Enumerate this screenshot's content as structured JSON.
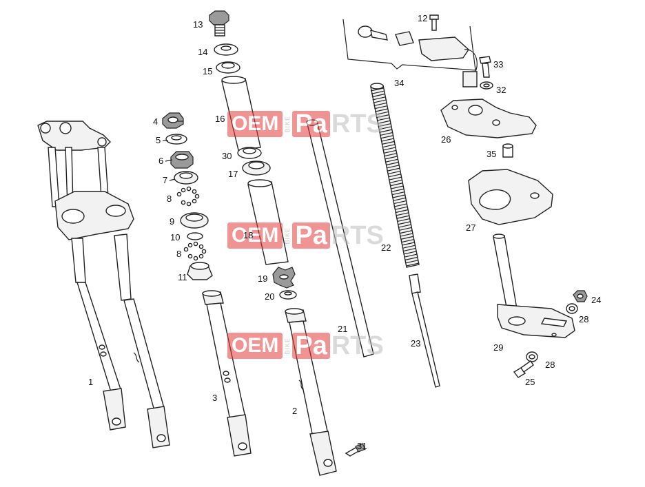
{
  "watermark": {
    "oem": "OEM",
    "bike": "BIKE",
    "pa": "Pa",
    "rts": "RTS"
  },
  "callouts": [
    "1",
    "2",
    "3",
    "4",
    "5",
    "6",
    "7",
    "8",
    "8",
    "9",
    "10",
    "11",
    "12",
    "13",
    "14",
    "15",
    "16",
    "17",
    "18",
    "19",
    "20",
    "21",
    "22",
    "23",
    "24",
    "25",
    "26",
    "27",
    "28",
    "28",
    "29",
    "30",
    "31",
    "32",
    "33",
    "34",
    "35"
  ]
}
